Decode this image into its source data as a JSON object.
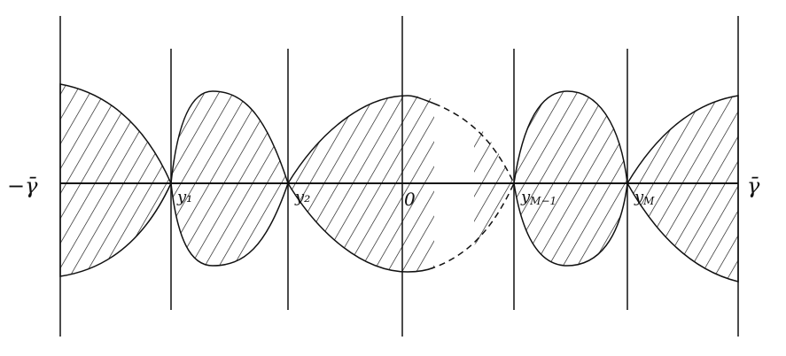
{
  "labels": {
    "left_end": "−γ̄",
    "right_end": "γ̄",
    "y1": "y₁",
    "y2": "y₂",
    "origin": "0",
    "yM_minus_1": "y",
    "yM_minus_1_sub": "M−1",
    "yM": "y",
    "yM_sub": "M"
  },
  "colors": {
    "ink": "#111111",
    "background": "#ffffff"
  }
}
